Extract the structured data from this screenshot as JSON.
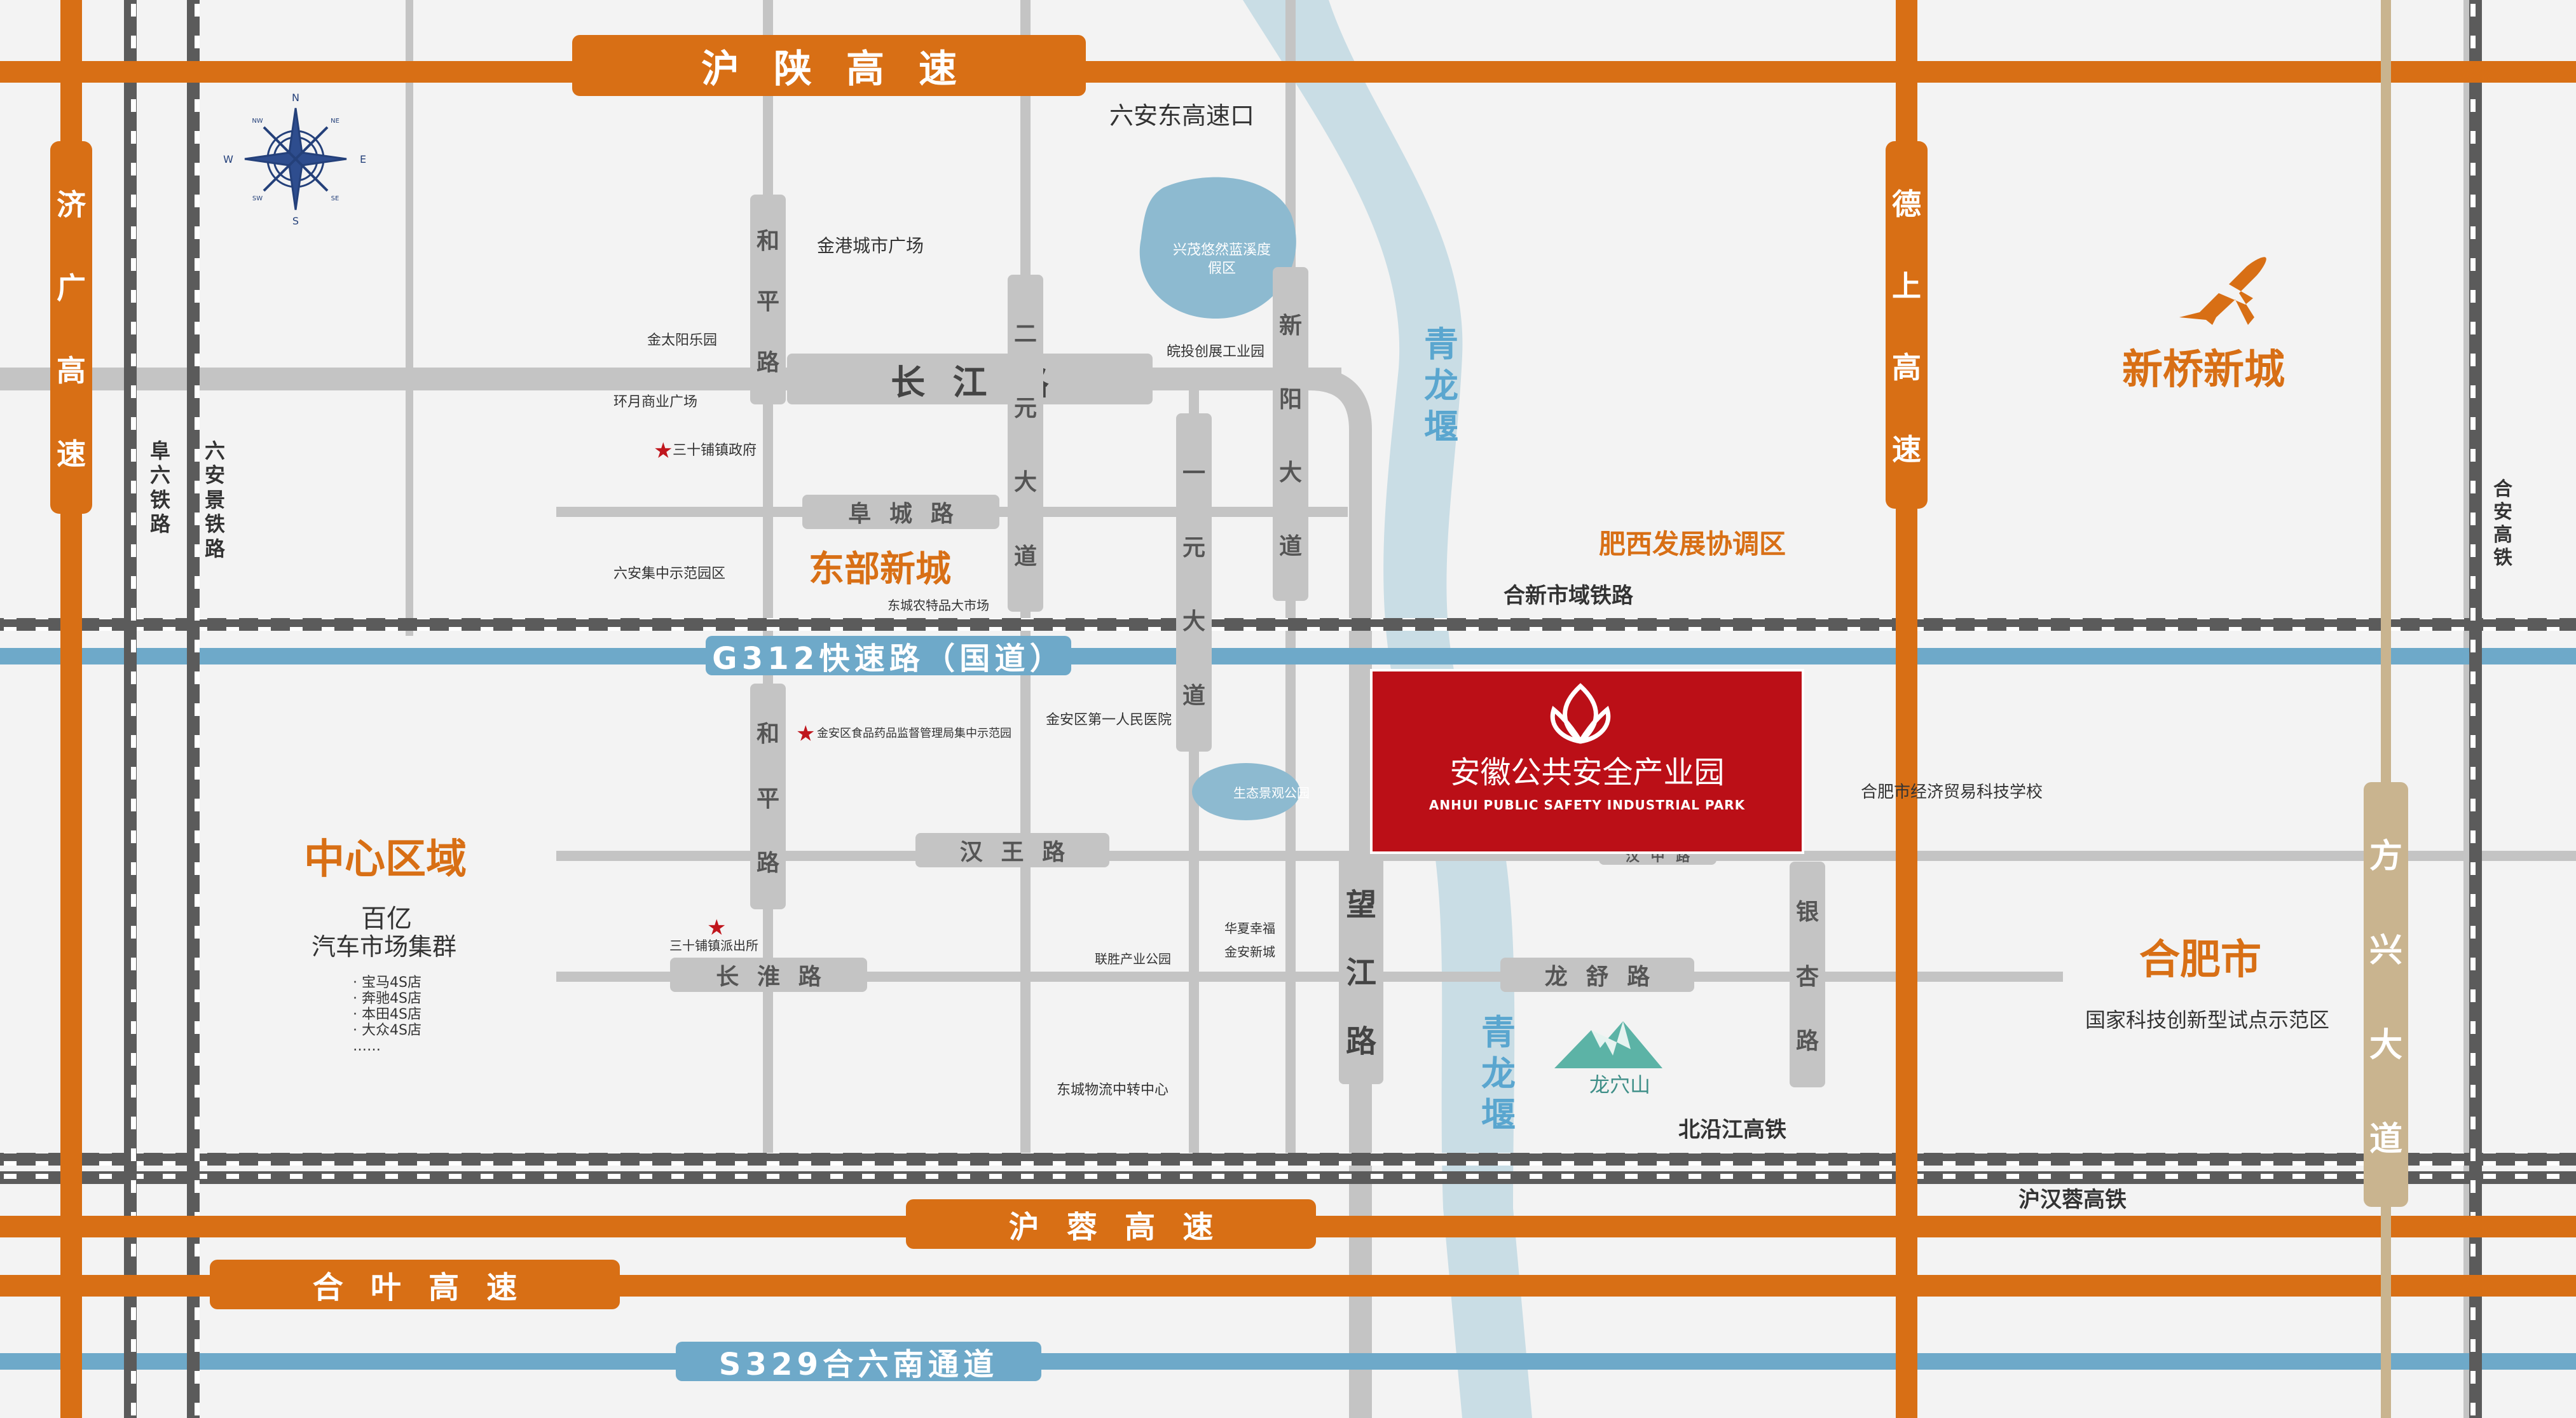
{
  "colors": {
    "highway": "#d86f15",
    "expressway": "#6ea9c9",
    "road": "#c4c4c4",
    "railway": "#555555",
    "river": "#c9dde5",
    "park_bg": "#bb0f17"
  },
  "highways": {
    "hu_shan": "沪陕高速",
    "hu_rong": "沪蓉高速",
    "he_ye": "合叶高速",
    "ji_guang": "济广高速",
    "de_shang": "德上高速",
    "fang_xing": "方兴大道"
  },
  "expressways": {
    "g312": "G312快速路（国道）",
    "s329": "S329合六南通道"
  },
  "roads": {
    "changjiang": "长江路",
    "fucheng": "阜城路",
    "hanwang": "汉王路",
    "changhuai": "长淮路",
    "heping_north": "和平路",
    "heping_south": "和平路",
    "eryuan": "二元大道",
    "yiyuan": "一元大道",
    "xinyang": "新阳大道",
    "wangjiang": "望江路",
    "longshu": "龙舒路",
    "yinxing": "银杏路",
    "hanzhong": "汉中路"
  },
  "railways": {
    "fuliu": "阜六铁路",
    "liuan_jing": "六安景铁路",
    "hexin": "合新市域铁路",
    "beiyanjiang": "北沿江高铁",
    "huhanrong": "沪汉蓉高铁",
    "hean": "合安高铁"
  },
  "river": {
    "name_top": "青龙堰",
    "name_bottom": "青龙堰"
  },
  "districts": {
    "dongbu": "东部新城",
    "zhongxin": "中心区域",
    "feixi": "肥西发展协调区",
    "xinqiao": "新桥新城",
    "hefei": "合肥市"
  },
  "places": {
    "liuan_east_exit": "六安东高速口",
    "jingang_plaza": "金港城市广场",
    "jintaiyang": "金太阳乐园",
    "huanyue": "环月商业广场",
    "sanshipu_gov": "三十铺镇政府",
    "liuan_demo": "六安集中示范园区",
    "dongcheng_market": "东城农特品大市场",
    "xingmao": "兴茂悠然蓝溪度假区",
    "wantou": "皖投创展工业园",
    "jinan_hospital": "金安区第一人民医院",
    "food_drug": "金安区食品药品监督管理局集中示范园",
    "eco_park": "生态景观公园",
    "sanshipu_police": "三十铺镇派出所",
    "huaxia": "华夏幸福",
    "jinan_newtown": "金安新城",
    "liansheng": "联胜产业公园",
    "logistics": "东城物流中转中心",
    "longxue": "龙穴山",
    "economic_school": "合肥市经济贸易科技学校",
    "innovation_zone": "国家科技创新型试点示范区"
  },
  "auto_cluster": {
    "title1": "百亿",
    "title2": "汽车市场集群",
    "items": [
      "· 宝马4S店",
      "· 奔驰4S店",
      "· 本田4S店",
      "· 大众4S店",
      "……"
    ]
  },
  "park": {
    "name_cn": "安徽公共安全产业园",
    "name_en": "ANHUI PUBLIC SAFETY INDUSTRIAL PARK"
  },
  "compass": {
    "n": "N",
    "s": "S",
    "e": "E",
    "w": "W",
    "nw": "NW",
    "ne": "NE",
    "sw": "SW",
    "se": "SE"
  },
  "icons": {
    "compass": "compass-rose-icon",
    "airport": "airplane-icon",
    "mountain": "mountain-icon",
    "landmark": "star-icon",
    "logo": "park-logo-icon"
  }
}
